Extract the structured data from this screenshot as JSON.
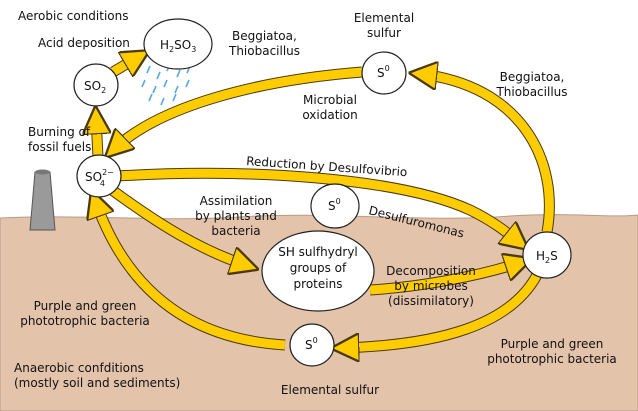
{
  "colors": {
    "sky": "#ffffff",
    "soil": "#e4c3ab",
    "arrow": "#ffcc00",
    "arrow_edge": "#4a3a10",
    "node_fill": "#ffffff",
    "node_stroke": "#222222",
    "rain": "#5aa9e6",
    "chimney": "#9a9a9a"
  },
  "regions": {
    "aerobic": "Aerobic conditions",
    "anaerobic_line1": "Anaerobic confditions",
    "anaerobic_line2": "(mostly soil and sediments)"
  },
  "nodes": {
    "h2so3": {
      "main": "H",
      "s1": "2",
      "m2": "SO",
      "s2": "3"
    },
    "so2": {
      "main": "SO",
      "s1": "2"
    },
    "so4": {
      "main": "SO",
      "s1": "2−",
      "s2": "4"
    },
    "s0_top": {
      "main": "S",
      "s1": "0"
    },
    "s0_mid": {
      "main": "S",
      "s1": "0"
    },
    "s0_bottom": {
      "main": "S",
      "s1": "0"
    },
    "h2s": {
      "main": "H",
      "s1": "2",
      "m2": "S"
    },
    "proteins": [
      "SH sulfhydryl",
      "groups of",
      "proteins"
    ]
  },
  "labels": {
    "acid_deposition": "Acid deposition",
    "burning": [
      "Burning of",
      "fossil fuels"
    ],
    "beggiatoa_top": [
      "Beggiatoa,",
      "Thiobacillus"
    ],
    "elemental_top": [
      "Elemental",
      "sulfur"
    ],
    "beggiatoa_right": [
      "Beggiatoa,",
      "Thiobacillus"
    ],
    "microbial": [
      "Microbial",
      "oxidation"
    ],
    "reduction": "Reduction by Desulfovibrio",
    "desulfuromonas": "Desulfuromonas",
    "assimilation": [
      "Assimilation",
      "by plants and",
      "bacteria"
    ],
    "decomposition": [
      "Decomposition",
      "by microbes",
      "(dissimilatory)"
    ],
    "purple_left": [
      "Purple and green",
      "phototrophic bacteria"
    ],
    "purple_right": [
      "Purple and green",
      "phototrophic bacteria"
    ],
    "elemental_bottom": "Elemental sulfur"
  }
}
